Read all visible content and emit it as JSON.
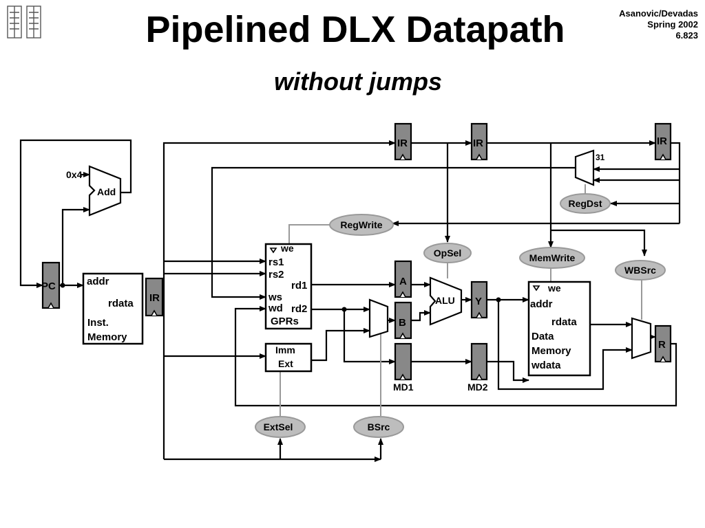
{
  "header": {
    "title": "Pipelined DLX Datapath",
    "subtitle": "without jumps",
    "credit_lines": [
      "Asanovic/Devadas",
      "Spring 2002",
      "6.823"
    ]
  },
  "diagram": {
    "registers": {
      "pc": "PC",
      "ir1": "IR",
      "ir2": "IR",
      "ir3": "IR",
      "ir4": "IR",
      "a": "A",
      "b": "B",
      "y": "Y",
      "r": "R",
      "md1": "MD1",
      "md2": "MD2"
    },
    "inst_memory": {
      "addr": "addr",
      "rdata": "rdata",
      "name_line1": "Inst.",
      "name_line2": "Memory"
    },
    "gprs": {
      "we": "we",
      "rs1": "rs1",
      "rs2": "rs2",
      "ws": "ws",
      "wd": "wd",
      "rd1": "rd1",
      "rd2": "rd2",
      "name": "GPRs"
    },
    "imm_ext": {
      "line1": "Imm",
      "line2": "Ext"
    },
    "adder": {
      "label": "Add",
      "const": "0x4"
    },
    "alu": "ALU",
    "data_memory": {
      "we": "we",
      "addr": "addr",
      "rdata": "rdata",
      "name_line1": "Data",
      "name_line2": "Memory",
      "wdata": "wdata"
    },
    "regdst_const": "31",
    "controls": {
      "regwrite": "RegWrite",
      "opsel": "OpSel",
      "memwrite": "MemWrite",
      "wbsrc": "WBSrc",
      "regdst": "RegDst",
      "extsel": "ExtSel",
      "bsrc": "BSrc"
    }
  }
}
